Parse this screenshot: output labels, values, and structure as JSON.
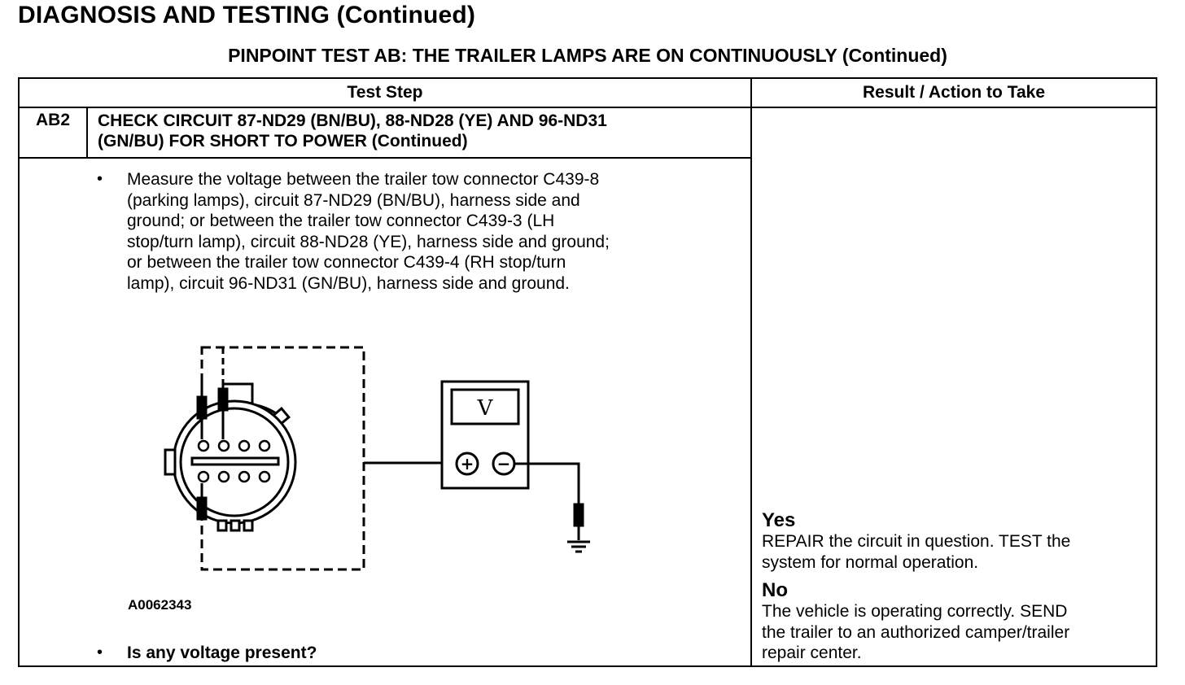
{
  "header": {
    "page_title": "DIAGNOSIS AND TESTING (Continued)",
    "test_title": "PINPOINT TEST  AB: THE TRAILER LAMPS ARE ON CONTINUOUSLY (Continued)"
  },
  "table": {
    "col_test_step": "Test Step",
    "col_result": "Result / Action to Take",
    "step": {
      "id": "AB2",
      "title_line1": "CHECK CIRCUIT 87-ND29 (BN/BU), 88-ND28 (YE) AND 96-ND31",
      "title_line2": "(GN/BU) FOR SHORT TO POWER (Continued)",
      "bullet_symbol": "•",
      "instruction_lines": [
        "Measure the voltage between the trailer tow connector C439-8",
        "(parking lamps), circuit 87-ND29 (BN/BU), harness side and",
        "ground; or between the trailer tow connector C439-3 (LH",
        "stop/turn lamp), circuit 88-ND28 (YE), harness side and ground;",
        "or between the trailer tow connector C439-4 (RH stop/turn",
        "lamp), circuit 96-ND31 (GN/BU), harness side and ground."
      ],
      "figure_id": "A0062343",
      "question": "Is any voltage present?"
    },
    "results": {
      "yes_label": "Yes",
      "yes_lines": [
        "REPAIR the circuit in question. TEST the",
        "system for normal operation."
      ],
      "no_label": "No",
      "no_lines": [
        "The vehicle is operating correctly. SEND",
        "the trailer to an authorized camper/trailer",
        "repair center."
      ]
    }
  },
  "figure": {
    "meter_display": "V",
    "meter_plus": "+",
    "meter_minus": "−"
  }
}
